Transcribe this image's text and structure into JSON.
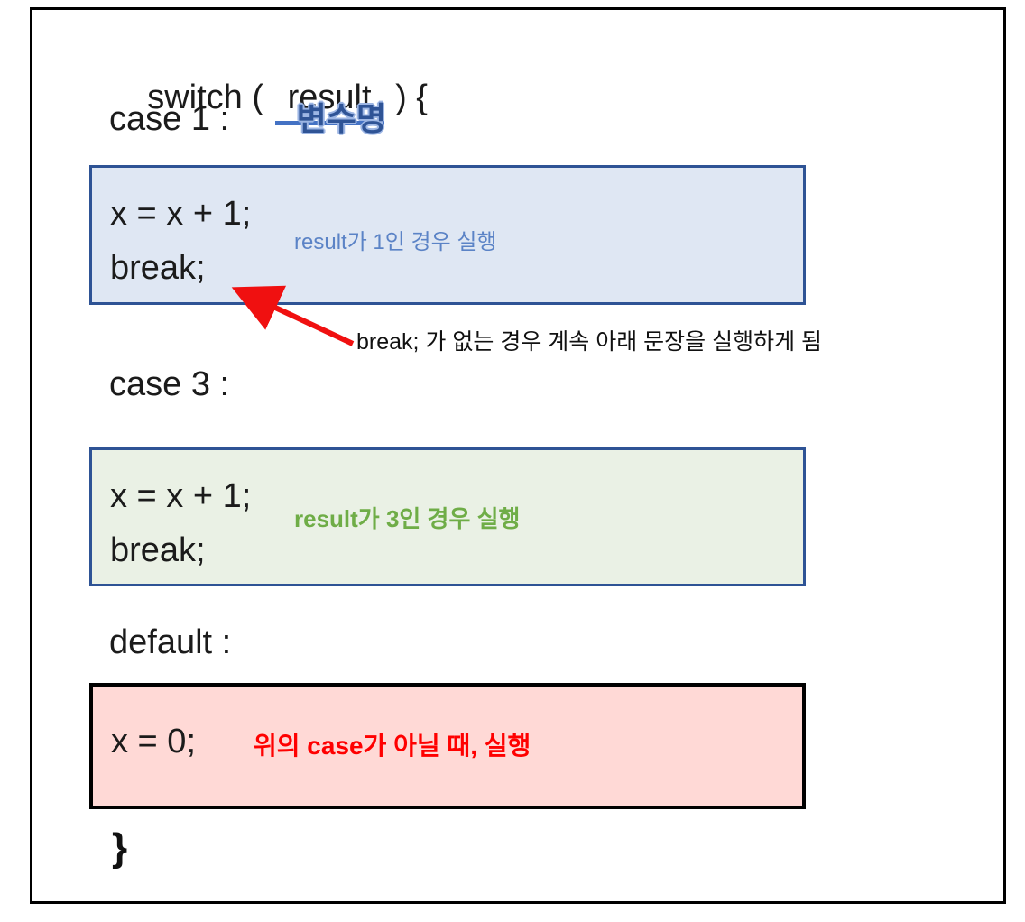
{
  "slide": {
    "switch_line": {
      "prefix": "switch ( ",
      "variable": "result",
      "suffix": " ) {"
    },
    "case1_line": {
      "label": "case 1 : ",
      "annotation": "변수명"
    },
    "case1_box": {
      "code_line1": "x = x + 1;",
      "code_line2": "break;",
      "note": "result가 1인 경우 실행"
    },
    "break_note": "break; 가 없는 경우 계속 아래 문장을 실행하게 됨",
    "case3_line": {
      "label": "case 3 :"
    },
    "case3_box": {
      "code_line1": "x = x + 1;",
      "code_line2": "break;",
      "note": "result가 3인 경우 실행"
    },
    "default_line": {
      "label": "default :"
    },
    "default_box": {
      "code_line1": "x = 0;",
      "note": "위의 case가 아닐 때, 실행"
    },
    "closing_brace": "}"
  },
  "icons": {
    "break_arrow": "red-arrow-pointing-to-break"
  },
  "colors": {
    "underline_blue": "#4472C4",
    "var_label_blue": "#2F5496",
    "var_label_glow": "#9DB6E4",
    "case1_box_bg": "#DFE7F3",
    "case1_box_border": "#2E5395",
    "case1_note": "#5B83C6",
    "case3_box_bg": "#EAF1E5",
    "case3_box_border": "#2E5395",
    "case3_note": "#6FAD47",
    "default_box_bg": "#FFD9D6",
    "default_box_border": "#000000",
    "default_note": "#FF0000",
    "arrow_red": "#F01010",
    "frame_border": "#000000",
    "code_text": "#1b1b1b"
  }
}
